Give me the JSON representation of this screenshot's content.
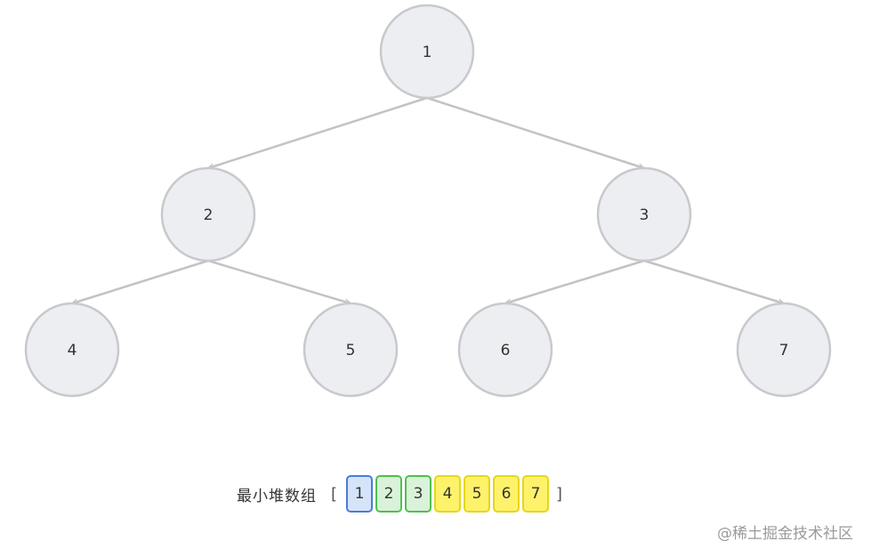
{
  "tree": {
    "nodes": [
      {
        "id": "1",
        "label": "1"
      },
      {
        "id": "2",
        "label": "2"
      },
      {
        "id": "3",
        "label": "3"
      },
      {
        "id": "4",
        "label": "4"
      },
      {
        "id": "5",
        "label": "5"
      },
      {
        "id": "6",
        "label": "6"
      },
      {
        "id": "7",
        "label": "7"
      }
    ],
    "edges": [
      {
        "from": "1",
        "to": "2"
      },
      {
        "from": "1",
        "to": "3"
      },
      {
        "from": "2",
        "to": "4"
      },
      {
        "from": "2",
        "to": "5"
      },
      {
        "from": "3",
        "to": "6"
      },
      {
        "from": "3",
        "to": "7"
      }
    ]
  },
  "array": {
    "label": "最小堆数组",
    "open_bracket": "[",
    "close_bracket": "]",
    "cells": [
      {
        "value": "1",
        "fill": "#d6e4fa",
        "border": "#4a7bd8"
      },
      {
        "value": "2",
        "fill": "#d9f2d9",
        "border": "#4fc04f"
      },
      {
        "value": "3",
        "fill": "#d9f2d9",
        "border": "#4fc04f"
      },
      {
        "value": "4",
        "fill": "#fdf26a",
        "border": "#e5d71a"
      },
      {
        "value": "5",
        "fill": "#fdf26a",
        "border": "#e5d71a"
      },
      {
        "value": "6",
        "fill": "#fdf26a",
        "border": "#e5d71a"
      },
      {
        "value": "7",
        "fill": "#fdf26a",
        "border": "#e5d71a"
      }
    ]
  },
  "watermark": "@稀土掘金技术社区"
}
